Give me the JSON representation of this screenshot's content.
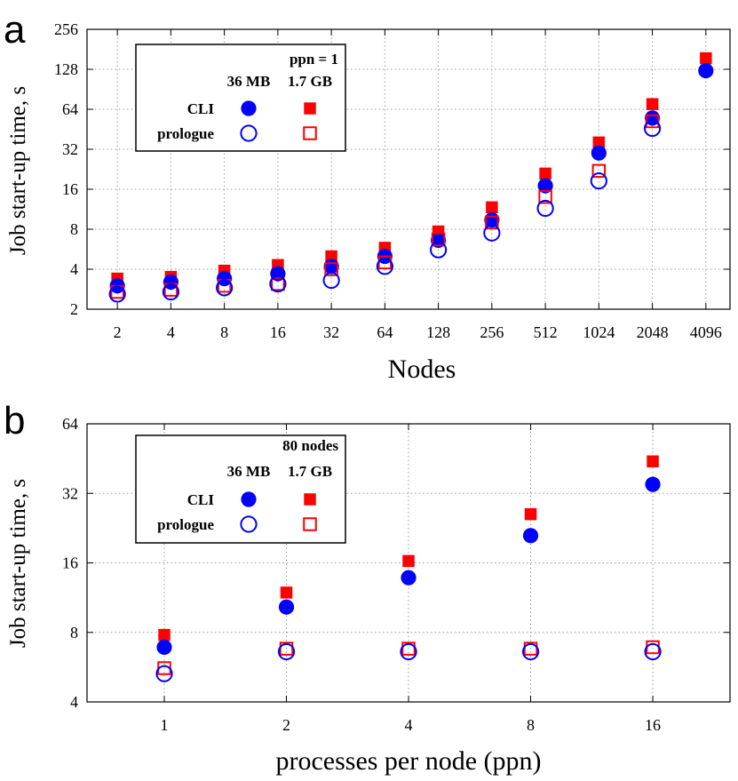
{
  "chart_data": [
    {
      "panel_label": "a",
      "type": "scatter",
      "xlabel": "Nodes",
      "ylabel": "Job start-up time, s",
      "x_scale": "log2",
      "y_scale": "log2",
      "x_ticks": [
        2,
        4,
        8,
        16,
        32,
        64,
        128,
        256,
        512,
        1024,
        2048,
        4096
      ],
      "y_ticks": [
        2,
        4,
        8,
        16,
        32,
        64,
        128,
        256
      ],
      "xlim": [
        1.35,
        5600
      ],
      "ylim": [
        2,
        256
      ],
      "grid": true,
      "legend": {
        "placement": "top-left",
        "title": "ppn = 1",
        "columns": [
          "36 MB",
          "1.7 GB"
        ],
        "rows": [
          "CLI",
          "prologue"
        ]
      },
      "series": [
        {
          "name": "CLI 36 MB",
          "marker": "circle-filled",
          "color": "#0000ff",
          "x": [
            2,
            4,
            8,
            16,
            32,
            64,
            128,
            256,
            512,
            1024,
            2048,
            4096
          ],
          "values": [
            3.0,
            3.2,
            3.4,
            3.7,
            4.2,
            5.0,
            6.6,
            9.4,
            17.0,
            30,
            55,
            125
          ]
        },
        {
          "name": "CLI 1.7 GB",
          "marker": "square-filled",
          "color": "#ff0000",
          "x": [
            2,
            4,
            8,
            16,
            32,
            64,
            128,
            256,
            512,
            1024,
            2048,
            4096
          ],
          "values": [
            3.4,
            3.5,
            3.9,
            4.3,
            5.0,
            5.8,
            7.7,
            11.7,
            21,
            36,
            70,
            155
          ]
        },
        {
          "name": "prologue 36 MB",
          "marker": "circle-open",
          "color": "#0000ff",
          "x": [
            2,
            4,
            8,
            16,
            32,
            64,
            128,
            256,
            512,
            1024,
            2048
          ],
          "values": [
            2.6,
            2.7,
            2.9,
            3.1,
            3.3,
            4.2,
            5.6,
            7.5,
            11.5,
            18.5,
            46
          ]
        },
        {
          "name": "prologue 1.7 GB",
          "marker": "square-open",
          "color": "#ff0000",
          "x": [
            2,
            4,
            8,
            16,
            32,
            64,
            128,
            256,
            512,
            1024,
            2048
          ],
          "values": [
            2.7,
            2.8,
            3.0,
            3.1,
            4.0,
            4.5,
            6.7,
            9.0,
            14,
            22,
            52
          ]
        }
      ]
    },
    {
      "panel_label": "b",
      "type": "scatter",
      "xlabel": "processes per node (ppn)",
      "ylabel": "Job start-up time, s",
      "x_scale": "log2",
      "y_scale": "log2",
      "x_ticks": [
        1,
        2,
        4,
        8,
        16
      ],
      "y_ticks": [
        4,
        8,
        16,
        32,
        64
      ],
      "xlim": [
        0.645,
        24.8
      ],
      "ylim": [
        4,
        64
      ],
      "grid": true,
      "legend": {
        "placement": "top-left",
        "title": "80 nodes",
        "columns": [
          "36 MB",
          "1.7 GB"
        ],
        "rows": [
          "CLI",
          "prologue"
        ]
      },
      "series": [
        {
          "name": "CLI 36 MB",
          "marker": "circle-filled",
          "color": "#0000ff",
          "x": [
            1,
            2,
            4,
            8,
            16
          ],
          "values": [
            6.9,
            10.3,
            13.8,
            21,
            35
          ]
        },
        {
          "name": "CLI 1.7 GB",
          "marker": "square-filled",
          "color": "#ff0000",
          "x": [
            1,
            2,
            4,
            8,
            16
          ],
          "values": [
            7.8,
            11.9,
            16.3,
            26,
            44
          ]
        },
        {
          "name": "prologue 36 MB",
          "marker": "circle-open",
          "color": "#0000ff",
          "x": [
            1,
            2,
            4,
            8,
            16
          ],
          "values": [
            5.3,
            6.6,
            6.6,
            6.6,
            6.6
          ]
        },
        {
          "name": "prologue 1.7 GB",
          "marker": "square-open",
          "color": "#ff0000",
          "x": [
            1,
            2,
            4,
            8,
            16
          ],
          "values": [
            5.6,
            6.8,
            6.8,
            6.8,
            6.9
          ]
        }
      ]
    }
  ]
}
